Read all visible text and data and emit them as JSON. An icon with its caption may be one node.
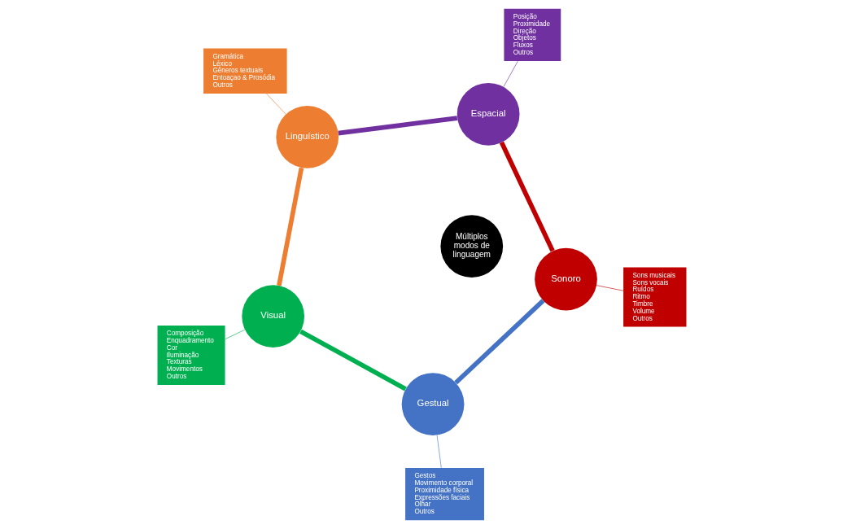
{
  "diagram": {
    "nodes": [
      {
        "text": [
          "Múltiplos modos de linguagem"
        ]
      },
      {
        "text": [
          "Linguístico"
        ]
      },
      {
        "text": [
          "Visual"
        ]
      },
      {
        "text": [
          "Gestual"
        ]
      },
      {
        "text": [
          "Sonoro"
        ]
      },
      {
        "text": [
          "Espacial"
        ]
      },
      {
        "text": [
          "Gramática",
          "Léxico",
          "Gêneros textuais",
          "Entoaçao & Prosódia",
          "Outros"
        ]
      },
      {
        "text": [
          "Composição",
          "Enquadramento",
          "Cor",
          "Iluminação",
          "Texturas",
          "Movimentos",
          "Outros"
        ]
      },
      {
        "text": [
          "Gestos",
          "Movimento corporal",
          "Proximidade física",
          "Expressões faciais",
          "Olhar",
          "Outros"
        ]
      },
      {
        "text": [
          "Sons musicais",
          "Sons vocais",
          "Ruídos",
          "Ritmo",
          "Timbre",
          "Volume",
          "Outros"
        ]
      },
      {
        "text": [
          "Posição",
          "Proximidade",
          "Direção",
          "Objetos",
          "Fluxos",
          "Outros"
        ]
      }
    ],
    "edges": [
      {
        "from": 1,
        "to": 2,
        "arrow": "none",
        "style": "thick",
        "color": "#ed7d31"
      },
      {
        "from": 2,
        "to": 3,
        "arrow": "none",
        "style": "thick",
        "color": "#00b050"
      },
      {
        "from": 3,
        "to": 4,
        "arrow": "none",
        "style": "thick",
        "color": "#4472c4"
      },
      {
        "from": 4,
        "to": 5,
        "arrow": "none",
        "style": "thick",
        "color": "#c00000"
      },
      {
        "from": 5,
        "to": 1,
        "arrow": "none",
        "style": "thick",
        "color": "#7030a0"
      },
      {
        "from": 6,
        "to": 1,
        "arrow": "none",
        "color": "#ed7d31"
      },
      {
        "from": 7,
        "to": 2,
        "arrow": "none",
        "color": "#00b050"
      },
      {
        "from": 8,
        "to": 3,
        "arrow": "none",
        "color": "#4472c4"
      },
      {
        "from": 9,
        "to": 4,
        "arrow": "none",
        "color": "#c00000"
      },
      {
        "from": 10,
        "to": 5,
        "arrow": "none",
        "color": "#7030a0"
      }
    ]
  }
}
